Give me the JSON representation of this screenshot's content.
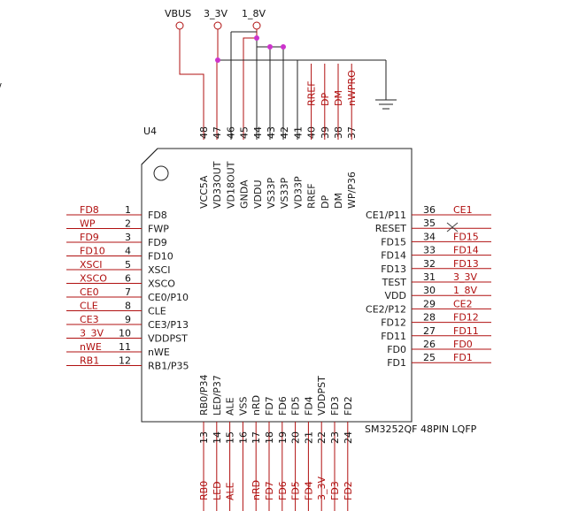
{
  "chip": {
    "ref": "U4",
    "part": "SM3252QF 48PIN LQFP"
  },
  "top_nets": {
    "vbus": "VBUS",
    "v33": "3_3V",
    "v18": "1_8V"
  },
  "colors": {
    "net": "#b01010",
    "body": "#222222",
    "junction": "#cc33cc"
  },
  "left_pins": [
    {
      "num": "1",
      "name": "FD8",
      "net": "FD8"
    },
    {
      "num": "2",
      "name": "FWP",
      "net": "WP"
    },
    {
      "num": "3",
      "name": "FD9",
      "net": "FD9"
    },
    {
      "num": "4",
      "name": "FD10",
      "net": "FD10"
    },
    {
      "num": "5",
      "name": "XSCI",
      "net": "XSCI"
    },
    {
      "num": "6",
      "name": "XSCO",
      "net": "XSCO"
    },
    {
      "num": "7",
      "name": "CE0/P10",
      "net": "CE0"
    },
    {
      "num": "8",
      "name": "CLE",
      "net": "CLE"
    },
    {
      "num": "9",
      "name": "CE3/P13",
      "net": "CE3"
    },
    {
      "num": "10",
      "name": "VDDPST",
      "net": "3_3V"
    },
    {
      "num": "11",
      "name": "nWE",
      "net": "nWE"
    },
    {
      "num": "12",
      "name": "RB1/P35",
      "net": "RB1"
    }
  ],
  "right_pins": [
    {
      "num": "36",
      "name": "CE1/P11",
      "net": "CE1"
    },
    {
      "num": "35",
      "name": "RESET",
      "net": ""
    },
    {
      "num": "34",
      "name": "FD15",
      "net": "FD15"
    },
    {
      "num": "33",
      "name": "FD14",
      "net": "FD14"
    },
    {
      "num": "32",
      "name": "FD13",
      "net": "FD13"
    },
    {
      "num": "31",
      "name": "TEST",
      "net": "3_3V"
    },
    {
      "num": "30",
      "name": "VDD",
      "net": "1_8V"
    },
    {
      "num": "29",
      "name": "CE2/P12",
      "net": "CE2"
    },
    {
      "num": "28",
      "name": "FD12",
      "net": "FD12"
    },
    {
      "num": "27",
      "name": "FD11",
      "net": "FD11"
    },
    {
      "num": "26",
      "name": "FD0",
      "net": "FD0"
    },
    {
      "num": "25",
      "name": "FD1",
      "net": "FD1"
    }
  ],
  "top_pins": [
    {
      "num": "48",
      "name": "VCC5A"
    },
    {
      "num": "47",
      "name": "VD33OUT"
    },
    {
      "num": "46",
      "name": "VD18OUT"
    },
    {
      "num": "45",
      "name": "GNDA"
    },
    {
      "num": "44",
      "name": "VDDU"
    },
    {
      "num": "43",
      "name": "VS33P"
    },
    {
      "num": "42",
      "name": "VS33P"
    },
    {
      "num": "41",
      "name": "VD33P"
    },
    {
      "num": "40",
      "name": "RREF",
      "net": "RREF"
    },
    {
      "num": "39",
      "name": "DP",
      "net": "DP"
    },
    {
      "num": "38",
      "name": "DM",
      "net": "DM"
    },
    {
      "num": "37",
      "name": "WP/P36",
      "net": "nWPRO"
    }
  ],
  "bottom_pins": [
    {
      "num": "13",
      "name": "RB0/P34",
      "net": "RB0"
    },
    {
      "num": "14",
      "name": "LED/P37",
      "net": "LED"
    },
    {
      "num": "15",
      "name": "ALE",
      "net": "ALE"
    },
    {
      "num": "16",
      "name": "VSS",
      "net": ""
    },
    {
      "num": "17",
      "name": "nRD",
      "net": "nRD"
    },
    {
      "num": "18",
      "name": "FD7",
      "net": "FD7"
    },
    {
      "num": "19",
      "name": "FD6",
      "net": "FD6"
    },
    {
      "num": "20",
      "name": "FD5",
      "net": "FD5"
    },
    {
      "num": "21",
      "name": "FD4",
      "net": "FD4"
    },
    {
      "num": "22",
      "name": "VDDPST",
      "net": "3_3V"
    },
    {
      "num": "23",
      "name": "FD3",
      "net": "FD3"
    },
    {
      "num": "24",
      "name": "FD2",
      "net": "FD2"
    }
  ]
}
